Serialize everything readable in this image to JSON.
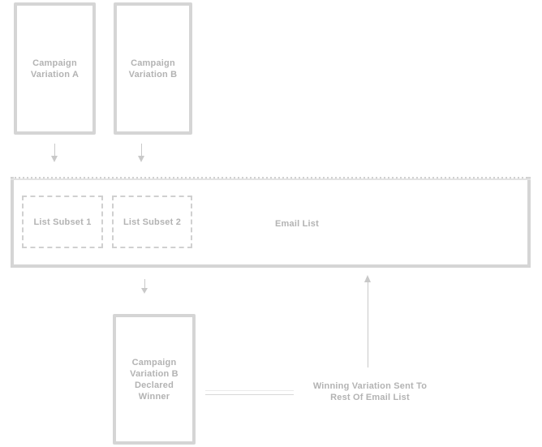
{
  "colors": {
    "bg": "#ffffff",
    "box-border": "#d5d5d5",
    "box-border-light": "#e2e2e2",
    "dashed-border": "#d0d0d0",
    "text": "#b3b3b3",
    "arrow": "#c9c9c9",
    "connector-light": "#ebebeb",
    "connector-dark": "#d8d8d8"
  },
  "diagram": {
    "type": "flowchart",
    "description": "Email A/B test campaign flow diagram",
    "nodes": {
      "variation_a": {
        "label": "Campaign\nVariation A"
      },
      "variation_b": {
        "label": "Campaign\nVariation B"
      },
      "list_subset_1": {
        "label": "List Subset 1"
      },
      "list_subset_2": {
        "label": "List Subset 2"
      },
      "email_list": {
        "label": "Email List"
      },
      "winner": {
        "label": "Campaign\nVariation B\nDeclared\nWinner"
      },
      "annotation": {
        "label": "Winning Variation Sent To\nRest Of Email List"
      }
    },
    "edges": [
      {
        "from": "variation_a",
        "to": "list_subset_1",
        "type": "arrow-down"
      },
      {
        "from": "variation_b",
        "to": "list_subset_2",
        "type": "arrow-down"
      },
      {
        "from": "email_list",
        "to": "winner",
        "type": "arrow-down"
      },
      {
        "from": "winner",
        "to": "annotation",
        "type": "plain-line"
      },
      {
        "from": "annotation",
        "to": "email_list",
        "type": "arrow-up"
      }
    ]
  }
}
